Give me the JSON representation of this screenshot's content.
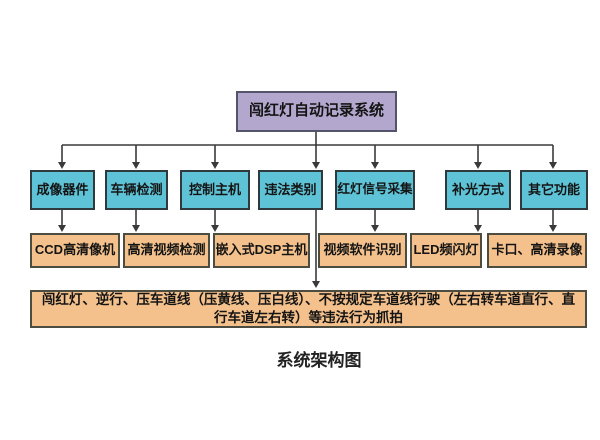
{
  "diagram": {
    "root": {
      "label": "闯红灯自动记录系统"
    },
    "layer2": [
      {
        "label": "成像器件"
      },
      {
        "label": "车辆检测"
      },
      {
        "label": "控制主机"
      },
      {
        "label": "违法类别"
      },
      {
        "label": "红灯信号采集"
      },
      {
        "label": "补光方式"
      },
      {
        "label": "其它功能"
      }
    ],
    "layer3": [
      {
        "label": "CCD高清像机"
      },
      {
        "label": "高清视频检测"
      },
      {
        "label": "嵌入式DSP主机"
      },
      {
        "label": "视频软件识别"
      },
      {
        "label": "LED频闪灯"
      },
      {
        "label": "卡口、高清录像"
      }
    ],
    "detail": {
      "label": "闯红灯、逆行、压车道线（压黄线、压白线）、不按规定车道线行驶（左右转车道直行、直行车道左右转）等违法行为抓拍"
    },
    "caption": "系统架构图",
    "colors": {
      "root_fill": "#b3a7cd",
      "level2_fill": "#5ec3d6",
      "level3_fill": "#f4c18c",
      "box_border": "#3d3d46",
      "line": "#3a3a3a",
      "background": "#ffffff"
    }
  }
}
